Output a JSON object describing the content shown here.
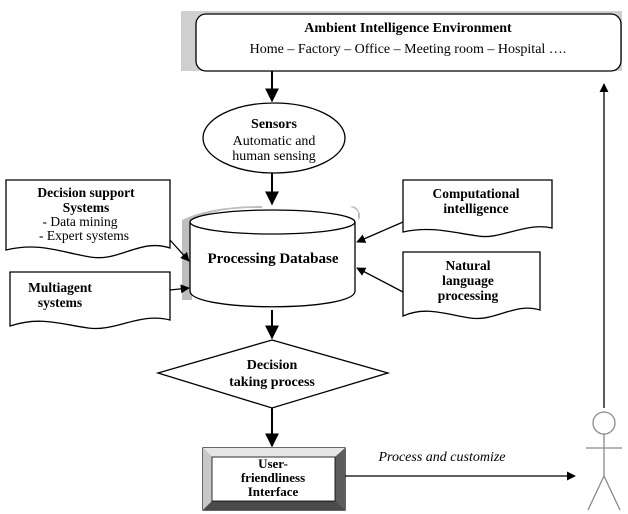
{
  "environment": {
    "title": "Ambient Intelligence Environment",
    "places": "Home – Factory – Office – Meeting room – Hospital …."
  },
  "sensors": {
    "title": "Sensors",
    "line1": "Automatic and",
    "line2": "human sensing"
  },
  "decision_support": {
    "line1": "Decision support",
    "line2": "Systems",
    "line3": "- Data mining",
    "line4": "- Expert systems"
  },
  "multiagent": {
    "line1": "Multiagent",
    "line2": "systems"
  },
  "computational": {
    "line1": "Computational",
    "line2": "intelligence"
  },
  "nlp": {
    "line1": "Natural",
    "line2": "language",
    "line3": "processing"
  },
  "database": {
    "label": "Processing Database"
  },
  "decision": {
    "line1": "Decision",
    "line2": "taking process"
  },
  "interface": {
    "line1": "User-",
    "line2": "friendliness",
    "line3": "Interface"
  },
  "flow": {
    "customize_label": "Process and customize"
  }
}
